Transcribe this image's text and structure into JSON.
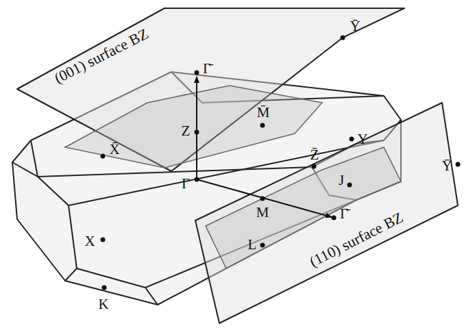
{
  "diagram": {
    "labels": [
      "(001) surface BZ",
      "Ȳ",
      "Γ̄",
      "M̄",
      "Z",
      "X̄",
      "Y",
      "Γ",
      "Z̄",
      "J",
      "M",
      "Γ̄",
      "Ȳ",
      "X",
      "L",
      "(110) surface BZ",
      "K"
    ]
  }
}
